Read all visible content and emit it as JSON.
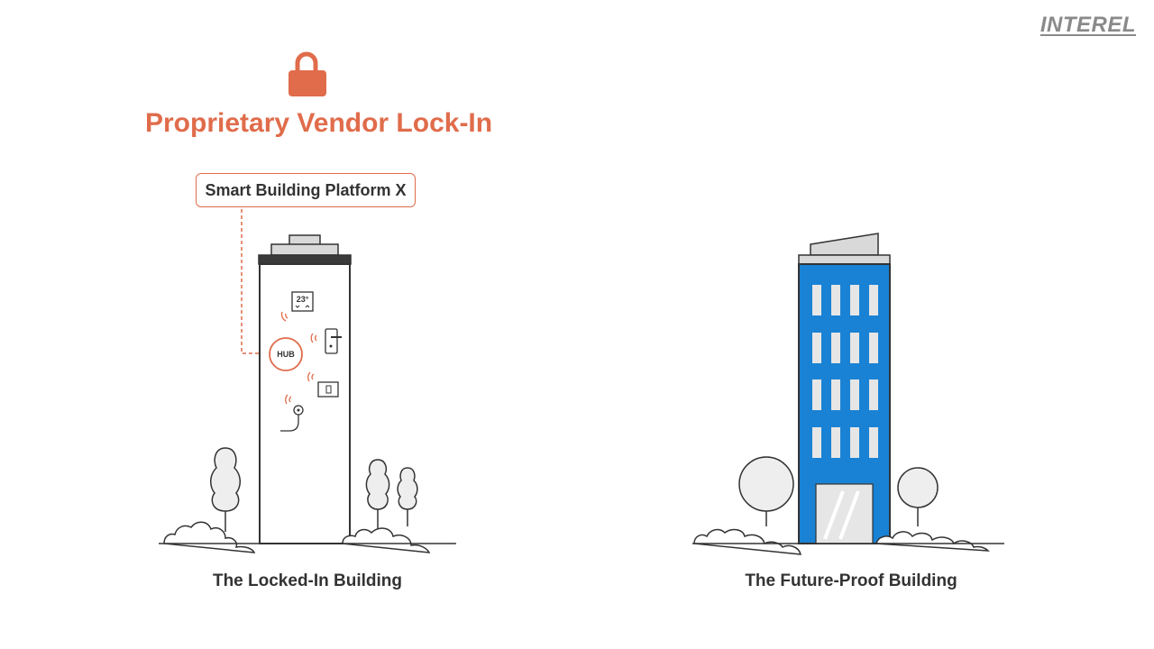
{
  "brand": {
    "logo_text": "INTEREL"
  },
  "left_scene": {
    "title": "Proprietary Vendor Lock-In",
    "platform_label": "Smart Building Platform X",
    "hub_label": "HUB",
    "thermostat_reading": "23°",
    "caption": "The Locked-In Building",
    "icons": [
      "lock-icon",
      "thermostat-icon",
      "door-handle-icon",
      "switch-icon",
      "sensor-icon",
      "wireless-signal-icon"
    ]
  },
  "right_scene": {
    "caption": "The Future-Proof Building"
  },
  "colors": {
    "accent": "#e06c4b",
    "building_blue": "#1a82d4",
    "outline": "#333333",
    "gray_fill": "#e6e6e6"
  }
}
